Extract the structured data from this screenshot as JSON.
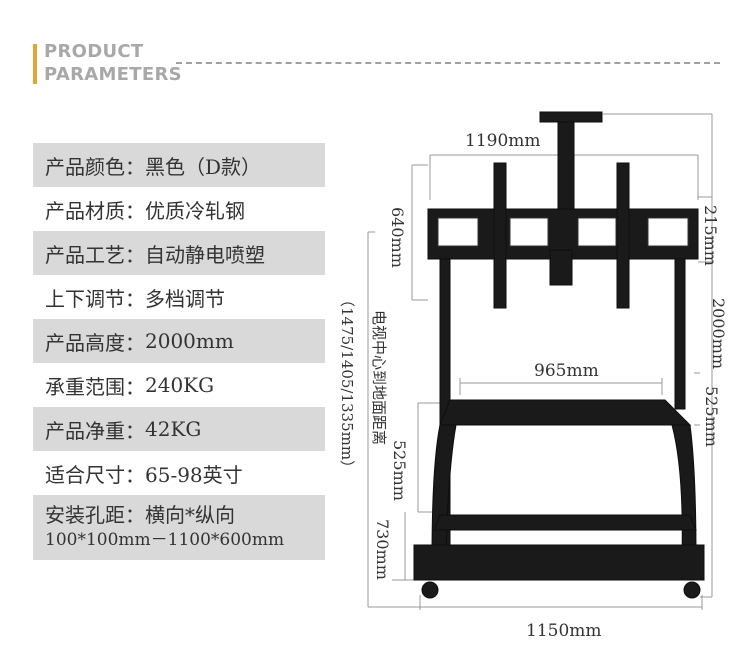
{
  "header": {
    "line1": "PRODUCT",
    "line2": "PARAMETERS"
  },
  "params": [
    {
      "label": "产品颜色：",
      "value": "黑色（D款）"
    },
    {
      "label": "产品材质：",
      "value": "优质冷轧钢"
    },
    {
      "label": "产品工艺：",
      "value": "自动静电喷塑"
    },
    {
      "label": "上下调节：",
      "value": "多档调节"
    },
    {
      "label": "产品高度：",
      "value": "2000mm"
    },
    {
      "label": "承重范围：",
      "value": "240KG"
    },
    {
      "label": "产品净重：",
      "value": "42KG"
    },
    {
      "label": "适合尺寸：",
      "value": "65-98英寸"
    },
    {
      "label": "安装孔距：",
      "value": "横向*纵向",
      "value2": "100*100mm－1100*600mm"
    }
  ],
  "dimensions": {
    "top_width": "1190mm",
    "mount_height": "640mm",
    "bracket_height": "215mm",
    "total_height": "2000mm",
    "shelf_width": "965mm",
    "shelf_gap_right": "525mm",
    "shelf_gap_left": "525mm",
    "lower_shelf": "730mm",
    "base_width": "1150mm",
    "center_height": "（1475/1405/1335mm）",
    "center_label": "电视中心到地面距离"
  },
  "colors": {
    "accent": "#e0a532",
    "row_shade": "#d9d9d9",
    "product": "#1a1a1a"
  }
}
